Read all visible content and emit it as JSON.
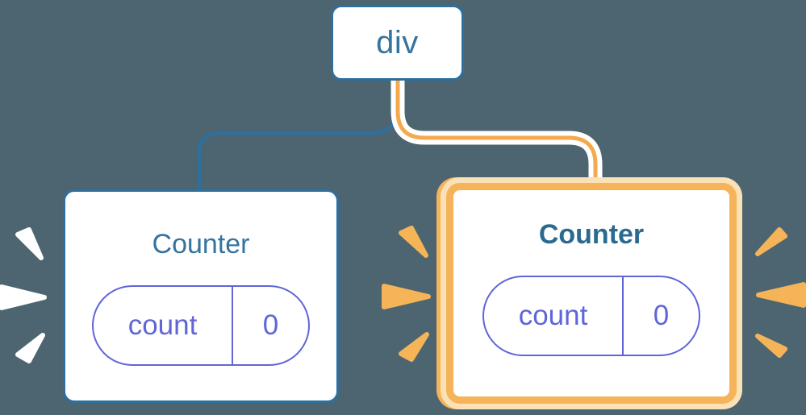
{
  "background_color": "#4C6570",
  "tree": {
    "root": {
      "label": "div"
    },
    "children": [
      {
        "id": "left-counter",
        "title": "Counter",
        "state": {
          "key": "count",
          "value": "0"
        },
        "highlighted": false,
        "spark_color": "#FFFFFF"
      },
      {
        "id": "right-counter",
        "title": "Counter",
        "state": {
          "key": "count",
          "value": "0"
        },
        "highlighted": true,
        "spark_color": "#F6B459"
      }
    ]
  },
  "colors": {
    "background": "#4C6570",
    "node_border_blue": "#2F6F9E",
    "node_text_blue": "#35749E",
    "highlight_title_blue": "#2B6A90",
    "edge_blue": "#2F6F9E",
    "edge_orange": "#F5A94E",
    "edge_casing_white": "#FFFFFF",
    "highlight_border_orange": "#F6B45A",
    "highlight_ring_peach": "#FBE1B6",
    "state_pill_purple": "#6065D8",
    "card_background": "#FFFFFF"
  }
}
